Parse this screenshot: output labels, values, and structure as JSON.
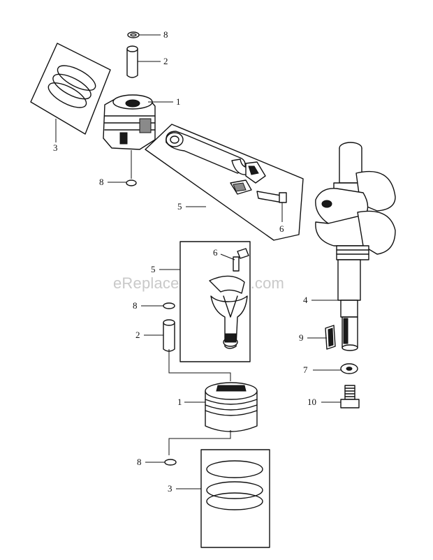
{
  "watermark": "eReplacementParts.com",
  "callouts": {
    "c1": "8",
    "c2": "2",
    "c3": "1",
    "c4": "3",
    "c5": "8",
    "c6": "5",
    "c7": "6",
    "c8": "6",
    "c9": "5",
    "c10": "8",
    "c11": "2",
    "c12": "1",
    "c13": "8",
    "c14": "3",
    "c15": "4",
    "c16": "9",
    "c17": "7",
    "c18": "10"
  }
}
